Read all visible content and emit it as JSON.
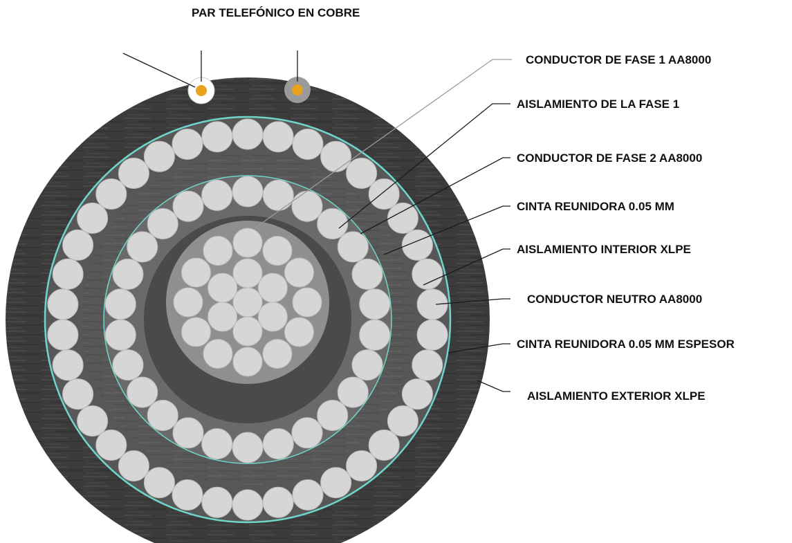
{
  "labels": {
    "par": "PAR TELEFÓNICO EN COBRE",
    "fase1": "CONDUCTOR DE FASE 1 AA8000",
    "aisl_fase1": "AISLAMIENTO DE LA FASE 1",
    "fase2": "CONDUCTOR DE FASE 2 AA8000",
    "cinta1": "CINTA REUNIDORA 0.05 MM",
    "aisl_int": "AISLAMIENTO INTERIOR XLPE",
    "neutro": "CONDUCTOR NEUTRO AA8000",
    "cinta2": "CINTA REUNIDORA 0.05 MM ESPESOR",
    "aisl_ext": "AISLAMIENTO EXTERIOR XLPE"
  },
  "colors": {
    "outer_jacket": "#3a3a3a",
    "inner_jacket": "#4c4c4c",
    "insulation_ring": "#5e5e5e",
    "core_bg": "#8f8f8f",
    "strand": "#d6d6d6",
    "strand_edge": "#bcbcbc",
    "tape": "#6fd6cc",
    "copper": "#e8a21f",
    "pair_white": "#ffffff",
    "pair_grey": "#9a9a9a"
  }
}
